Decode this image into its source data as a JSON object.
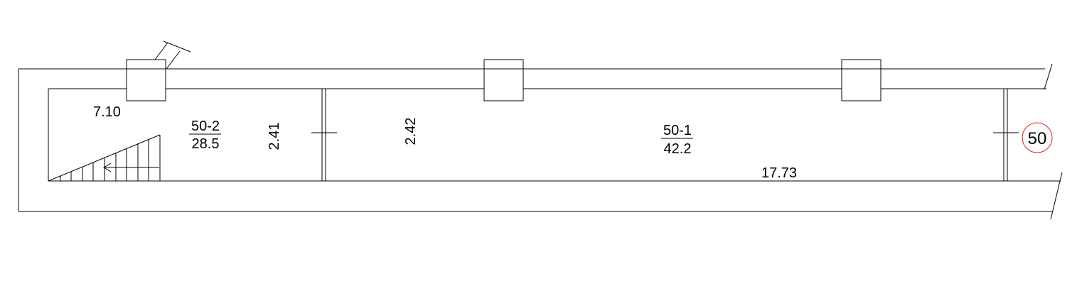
{
  "rooms": [
    {
      "id": "50-2",
      "number": "50-2",
      "area": "28.5"
    },
    {
      "id": "50-1",
      "number": "50-1",
      "area": "42.2"
    }
  ],
  "dimensions": {
    "length_left": "7.10",
    "width_room_50_2": "2.41",
    "width_room_50_1": "2.42",
    "length_room_50_1": "17.73"
  },
  "unit_marker": {
    "label": "50",
    "color": "#e02020"
  }
}
